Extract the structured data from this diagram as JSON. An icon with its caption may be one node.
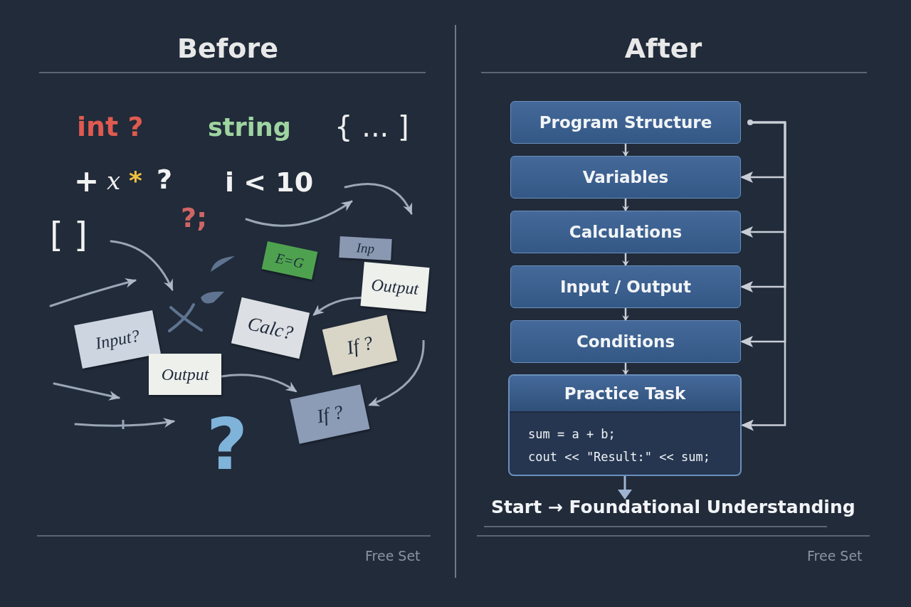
{
  "diagram": {
    "nodes": [
      {
        "text": [
          "E=G"
        ]
      },
      {
        "text": [
          "Inp"
        ]
      },
      {
        "text": [
          "Output"
        ]
      },
      {
        "text": [
          "Calc?"
        ]
      },
      {
        "text": [
          "If ?"
        ]
      },
      {
        "text": [
          "Input?"
        ]
      },
      {
        "text": [
          "Output"
        ]
      },
      {
        "text": [
          "If ?"
        ]
      },
      {
        "text": [
          "Program Structure"
        ]
      },
      {
        "text": [
          "Variables"
        ]
      },
      {
        "text": [
          "Calculations"
        ]
      },
      {
        "text": [
          "Input / Output"
        ]
      },
      {
        "text": [
          "Conditions"
        ]
      },
      {
        "text": [
          "Practice Task",
          "sum = a + b;",
          "cout << \"Result:\" << sum;"
        ]
      },
      {
        "text": [
          "Start → Foundational Understanding"
        ]
      }
    ],
    "edges": [
      {
        "from": 2,
        "to": 3,
        "arrow": "to"
      },
      {
        "from": 6,
        "to": 7,
        "arrow": "to"
      },
      {
        "from": null,
        "to": 7,
        "arrow": "to"
      },
      {
        "from": 8,
        "to": 9,
        "arrow": "to"
      },
      {
        "from": 9,
        "to": 10,
        "arrow": "to"
      },
      {
        "from": 10,
        "to": 11,
        "arrow": "to"
      },
      {
        "from": 11,
        "to": 12,
        "arrow": "to"
      },
      {
        "from": 12,
        "to": 13,
        "arrow": "to"
      },
      {
        "from": 8,
        "to": 9,
        "arrow": "to"
      },
      {
        "from": 8,
        "to": 10,
        "arrow": "to"
      },
      {
        "from": 8,
        "to": 11,
        "arrow": "to"
      },
      {
        "from": 8,
        "to": 12,
        "arrow": "to"
      },
      {
        "from": 8,
        "to": 13,
        "arrow": "to"
      },
      {
        "from": 13,
        "to": 14,
        "arrow": "to"
      }
    ],
    "labels": [
      "Before",
      "After",
      "int ?",
      "string",
      "{ ... ]",
      "+",
      "x",
      "*",
      "?",
      "i < 10",
      "?;",
      "[ ]",
      "?",
      "Free Set",
      "Free Set"
    ]
  }
}
